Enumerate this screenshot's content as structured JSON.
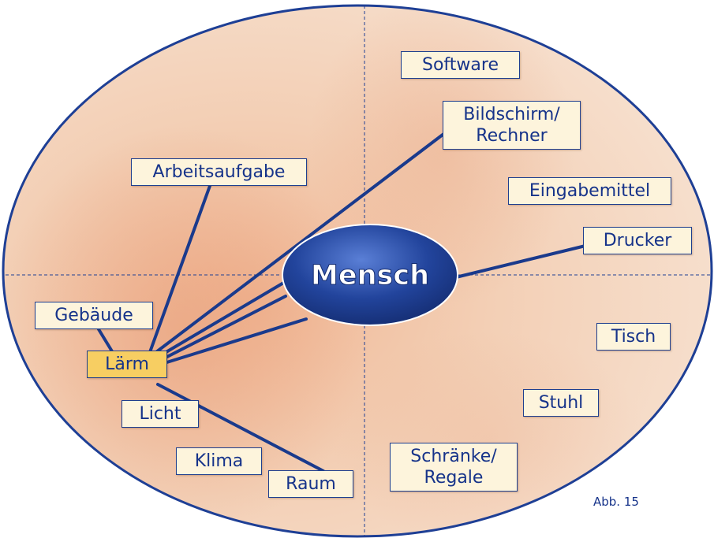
{
  "center": {
    "label": "Mensch"
  },
  "nodes": [
    {
      "id": "software",
      "label": "Software",
      "connected": false
    },
    {
      "id": "bildschirm",
      "label": "Bildschirm/\nRechner",
      "connected": true
    },
    {
      "id": "arbeitsaufgabe",
      "label": "Arbeitsaufgabe",
      "connected": true
    },
    {
      "id": "eingabemittel",
      "label": "Eingabemittel",
      "connected": false
    },
    {
      "id": "drucker",
      "label": "Drucker",
      "connected": true
    },
    {
      "id": "gebaeude",
      "label": "Gebäude",
      "connected": true
    },
    {
      "id": "laerm",
      "label": "Lärm",
      "connected": true,
      "highlighted": true
    },
    {
      "id": "licht",
      "label": "Licht",
      "connected": false
    },
    {
      "id": "klima",
      "label": "Klima",
      "connected": false
    },
    {
      "id": "raum",
      "label": "Raum",
      "connected": true
    },
    {
      "id": "tisch",
      "label": "Tisch",
      "connected": false
    },
    {
      "id": "stuhl",
      "label": "Stuhl",
      "connected": false
    },
    {
      "id": "schraenke",
      "label": "Schränke/\nRegale",
      "connected": false
    }
  ],
  "caption": "Abb. 15",
  "colors": {
    "line": "#1a3a8c",
    "ellipse_border": "#1e3f95",
    "center_fill": "#1d3c94",
    "box_fill": "#fdf4dc",
    "box_highlight": "#f7ce62",
    "text": "#16338a"
  }
}
